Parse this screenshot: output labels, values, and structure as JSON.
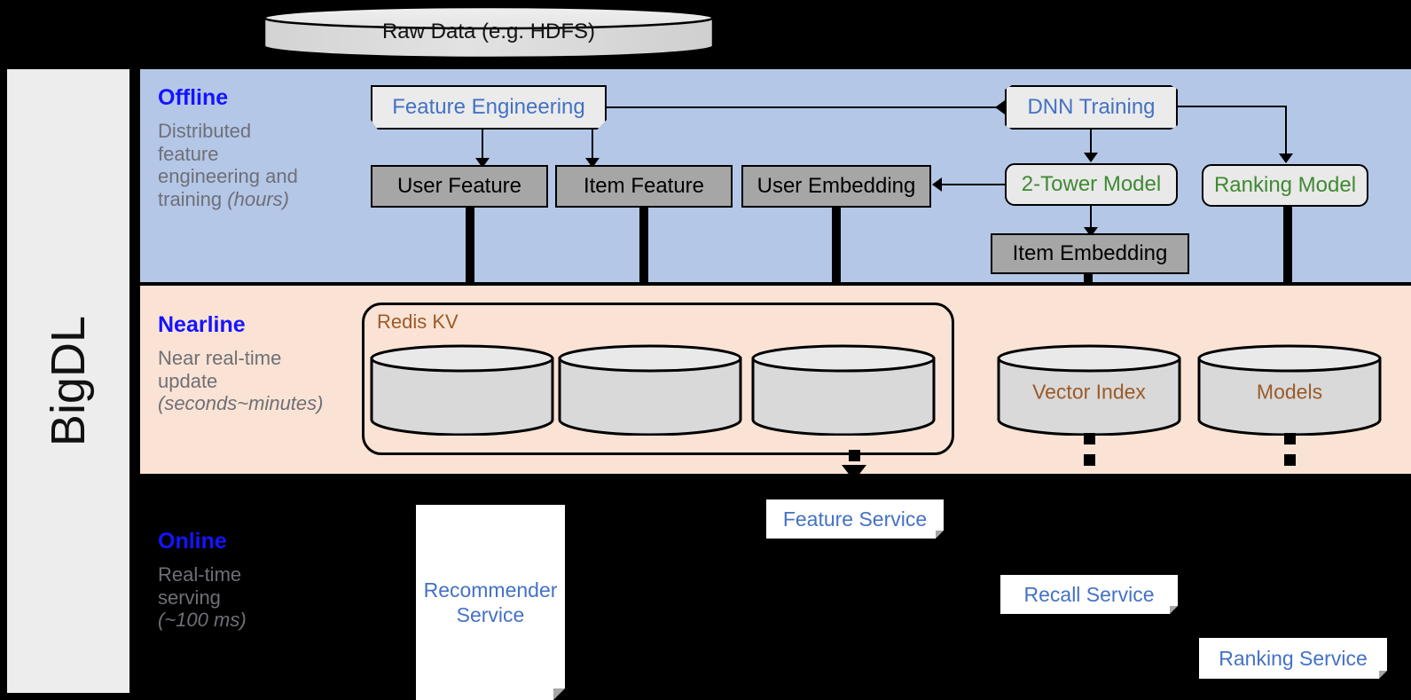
{
  "diagram": {
    "framework_label": "BigDL",
    "source": {
      "label": "Raw Data (e.g. HDFS)",
      "shape": "cylinder"
    },
    "bands": [
      {
        "id": "offline",
        "title": "Offline",
        "subtitle_lines": [
          "Distributed",
          "feature",
          "engineering and",
          "training "
        ],
        "subtitle_italic": "(hours)",
        "bg": "#b4c7e7",
        "title_color": "#1414ff"
      },
      {
        "id": "nearline",
        "title": "Nearline",
        "subtitle_lines": [
          "Near real-time",
          "update "
        ],
        "subtitle_italic": "(seconds~minutes)",
        "bg": "#fae3d4",
        "title_color": "#1414ff"
      },
      {
        "id": "online",
        "title": "Online",
        "subtitle_lines": [
          "Real-time",
          "serving "
        ],
        "subtitle_italic": "(~100 ms)",
        "bg": "#000000",
        "title_color": "#1414ff"
      }
    ],
    "offline_nodes": [
      {
        "id": "feature-engineering",
        "label": "Feature Engineering",
        "shape": "flag",
        "text_color": "#4472c4"
      },
      {
        "id": "dnn-training",
        "label": "DNN Training",
        "shape": "flag",
        "text_color": "#4472c4"
      },
      {
        "id": "user-feature",
        "label": "User Feature",
        "shape": "box",
        "text_color": "#000000"
      },
      {
        "id": "item-feature",
        "label": "Item Feature",
        "shape": "box",
        "text_color": "#000000"
      },
      {
        "id": "user-embedding",
        "label": "User Embedding",
        "shape": "box",
        "text_color": "#000000"
      },
      {
        "id": "two-tower-model",
        "label": "2-Tower Model",
        "shape": "rounded",
        "text_color": "#3f8a33"
      },
      {
        "id": "ranking-model",
        "label": "Ranking Model",
        "shape": "rounded",
        "text_color": "#3f8a33"
      },
      {
        "id": "item-embedding",
        "label": "Item Embedding",
        "shape": "box",
        "text_color": "#000000"
      }
    ],
    "nearline_nodes": {
      "redis_label": "Redis KV",
      "redis_cylinders": [
        "",
        "",
        ""
      ],
      "standalone_cylinders": [
        {
          "id": "vector-index",
          "label": "Vector Index",
          "text_color": "#9b5a28"
        },
        {
          "id": "models",
          "label": "Models",
          "text_color": "#9b5a28"
        }
      ]
    },
    "online_nodes": [
      {
        "id": "recommender-service",
        "label_lines": [
          "Recommender",
          "Service"
        ],
        "shape": "document",
        "text_color": "#4472c4"
      },
      {
        "id": "feature-service",
        "label": "Feature Service",
        "shape": "card",
        "text_color": "#4472c4"
      },
      {
        "id": "recall-service",
        "label": "Recall Service",
        "shape": "card",
        "text_color": "#4472c4"
      },
      {
        "id": "ranking-service",
        "label": "Ranking Service",
        "shape": "card",
        "text_color": "#4472c4"
      }
    ],
    "colors": {
      "offline_bg": "#b4c7e7",
      "nearline_bg": "#fae3d4",
      "online_bg": "#000000",
      "rail_bg": "#ededed",
      "gray_box": "#a6a6a6",
      "model_box": "#e9e9e9",
      "green_text": "#3f8a33",
      "blue_text": "#4472c4",
      "brown_text": "#9b5a28",
      "heading_blue": "#1414ff",
      "sub_gray": "#6f6f77"
    }
  }
}
